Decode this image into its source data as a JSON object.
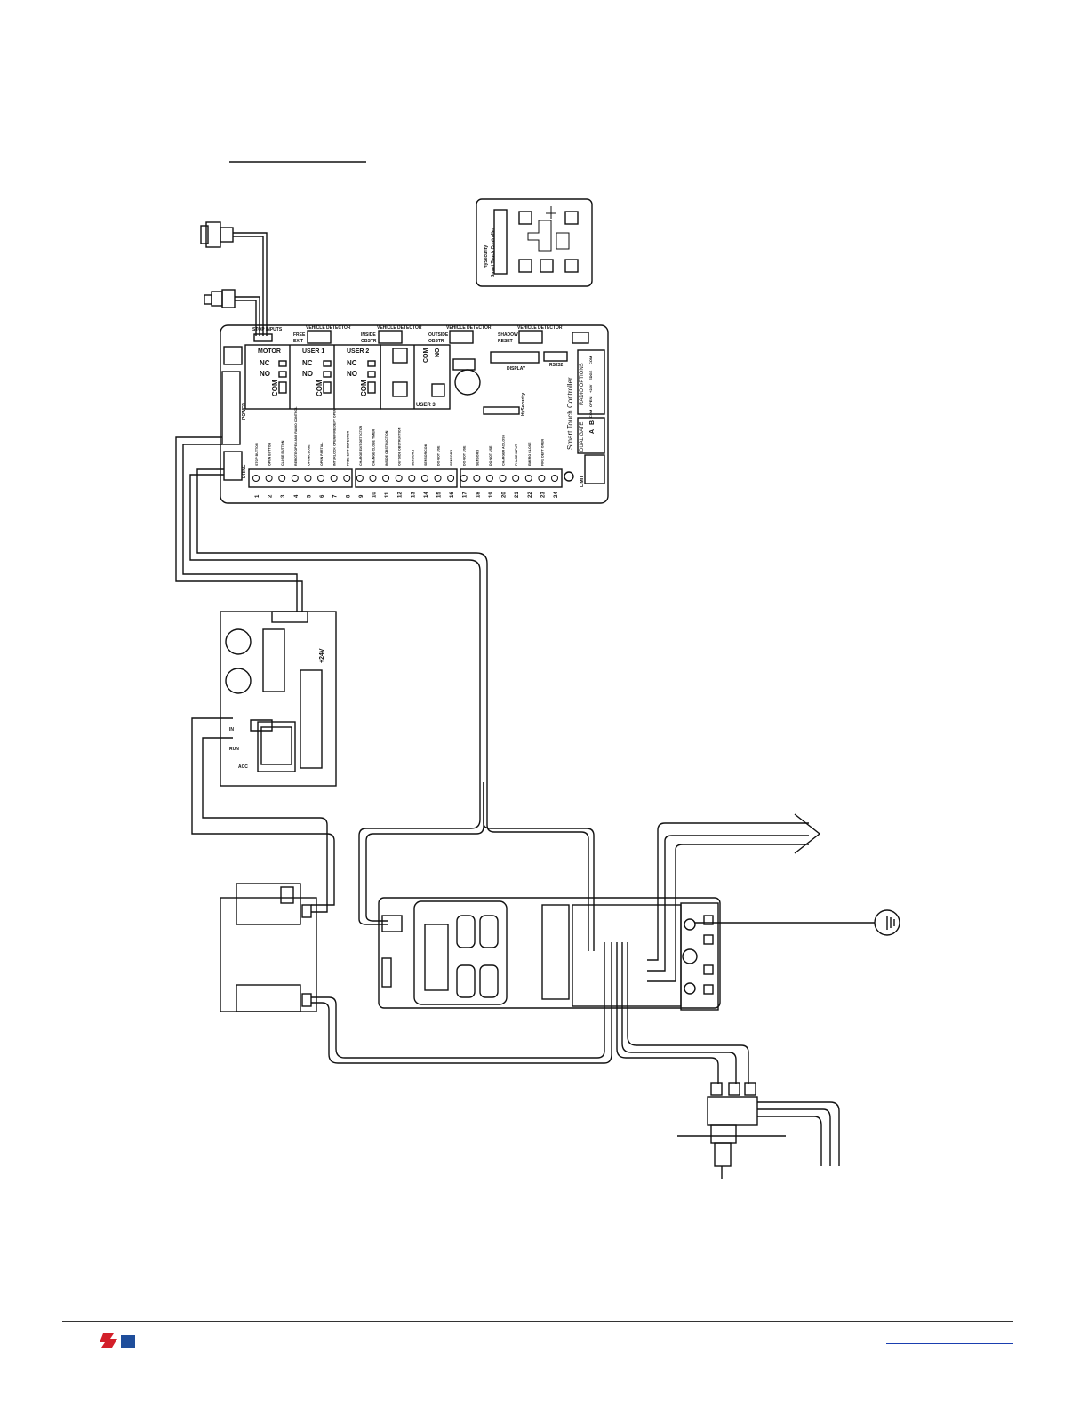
{
  "board": {
    "section_labels": {
      "stop_inputs": "STOP INPUTS",
      "vehicle_detector": "VEHICLE DETECTOR",
      "free_exit_1": "FREE",
      "free_exit_2": "EXIT",
      "inside_1": "INSIDE",
      "inside_2": "OBSTR",
      "outside_1": "OUTSIDE",
      "outside_2": "OBSTR",
      "shadow_1": "SHADOW",
      "shadow_2": "RESET",
      "display": "DISPLAY",
      "rs232": "RS232",
      "power": "POWER",
      "drive": "DRIVE",
      "limit": "LIMIT",
      "radio_options": "RADIO OPTIONS",
      "dual_gate": "DUAL GATE",
      "brand": "HySecurity",
      "product": "Smart Touch Controller"
    },
    "relays": [
      {
        "name": "MOTOR"
      },
      {
        "name": "USER 1"
      },
      {
        "name": "USER 2"
      },
      {
        "name": "USER 3"
      }
    ],
    "relay_contacts": {
      "nc": "NC",
      "no": "NO",
      "com": "COM"
    },
    "radio_terms": [
      "COM",
      "OPEN",
      "+24V",
      "EDGE",
      "COM"
    ],
    "ab": [
      "A",
      "B"
    ],
    "terminal_numbers": [
      "1",
      "2",
      "3",
      "4",
      "5",
      "6",
      "7",
      "8",
      "9",
      "10",
      "11",
      "12",
      "13",
      "14",
      "15",
      "16",
      "17",
      "18",
      "19",
      "20",
      "21",
      "22",
      "23",
      "24"
    ],
    "terminal_labels": [
      "STOP BUTTON",
      "OPEN BUTTON",
      "CLOSE BUTTON",
      "REMOTE OPEN AND RADIO CONTROL",
      "OPEN/CLOSE",
      "OPEN PARTIAL",
      "INTERLOCK OPEN/ FIRE DEPT OPEN",
      "FREE EXIT DETECTOR",
      "CHARGE EXIT DETECTOR",
      "CHANGE CLOSE TIMER",
      "INSIDE OBSTRUCTION",
      "OUTSIDE OBSTRUCTION",
      "SENSOR 1",
      "SENSOR COM",
      "DO NOT USE",
      "SENSOR 2",
      "DO NOT USE",
      "SENSOR 3",
      "DO NOT USE",
      "CHARGER AC LOSS",
      "PHASE INPUT",
      "EMERG CLOSE",
      "FIRE DEPT OPEN",
      ""
    ]
  },
  "label_card": {
    "brand": "HySecurity",
    "product": "Smart Touch Controller"
  },
  "drive_board": {
    "voltage": "+24V",
    "relay_labels": [
      "IN",
      "RUN",
      "ACC"
    ]
  },
  "colors": {
    "line": "#111111",
    "footer_link": "#1a3fb0",
    "logo_red": "#d3202a",
    "logo_blue": "#1f4e9b"
  },
  "icons": [
    "ground-symbol-icon",
    "arrow-right-icon",
    "hysecurity-logo-icon"
  ]
}
